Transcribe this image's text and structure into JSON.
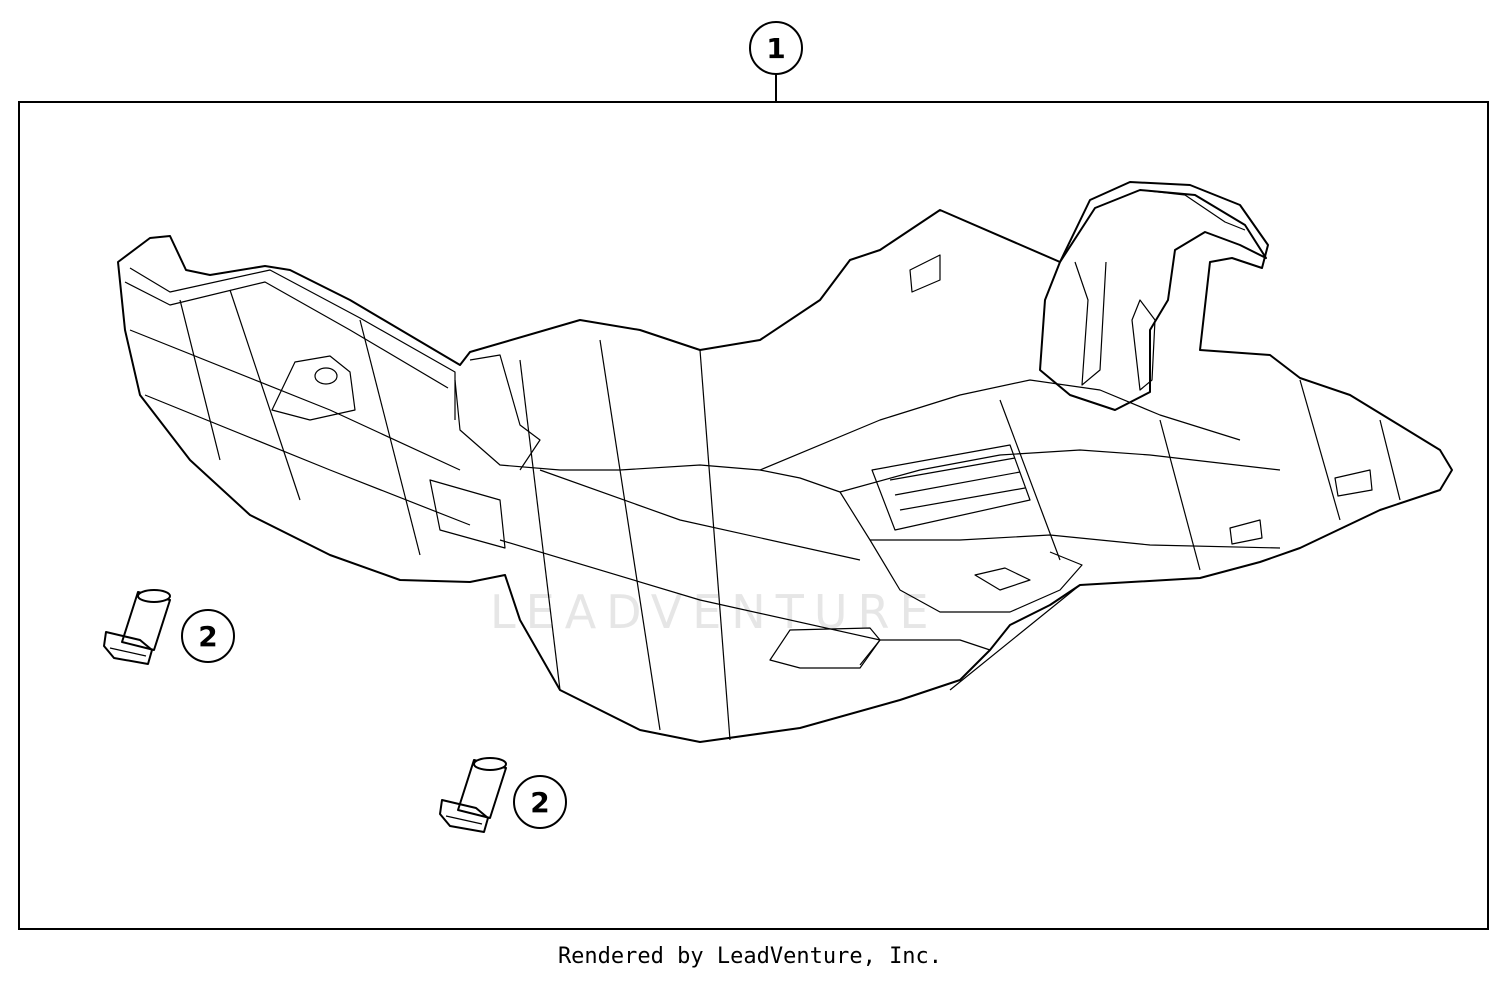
{
  "diagram": {
    "callouts": [
      {
        "id": "callout-1",
        "label": "1"
      },
      {
        "id": "callout-2a",
        "label": "2"
      },
      {
        "id": "callout-2b",
        "label": "2"
      }
    ],
    "watermark": "LEADVENTURE",
    "footer": "Rendered by LeadVenture, Inc."
  },
  "colors": {
    "line": "#000000",
    "background": "#ffffff",
    "watermark": "#e6e6e6"
  }
}
